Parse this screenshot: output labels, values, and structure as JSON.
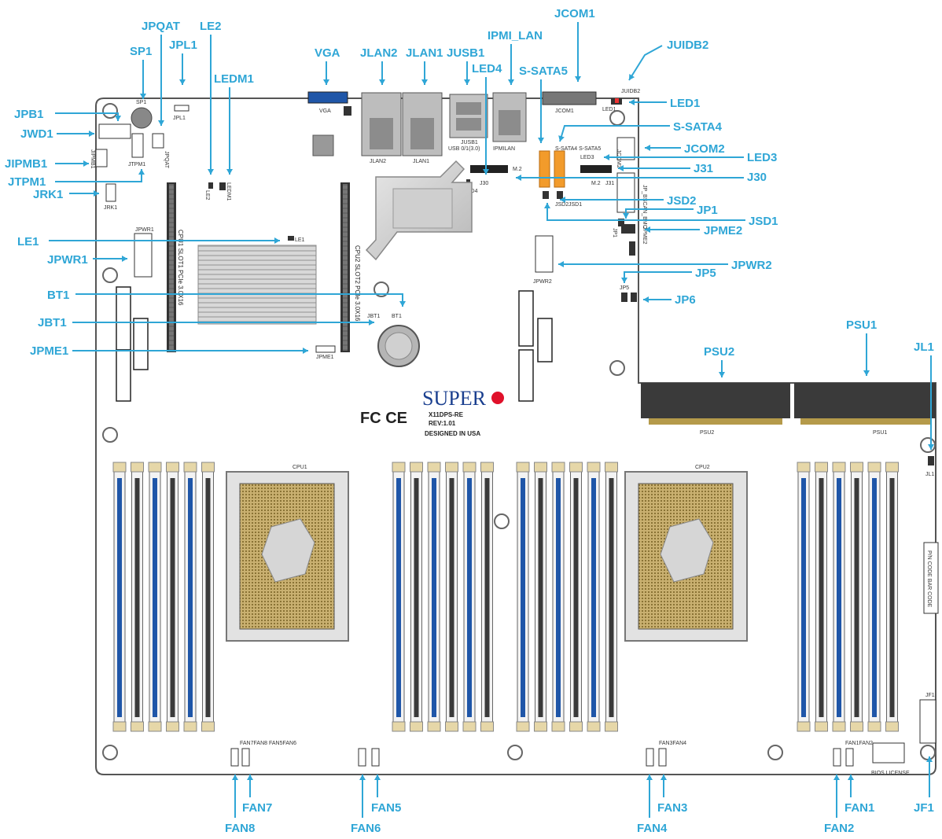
{
  "brand": {
    "logo_text": "SUPER",
    "model": "X11DPS-RE",
    "revision": "REV:1.01",
    "designed_in": "DESIGNED IN USA",
    "cert_marks": "FC CE"
  },
  "colors": {
    "callout": "#2fa6d6",
    "board_outline": "#555555",
    "dimm_blue": "#1f56a8",
    "dimm_black": "#3a3a3a",
    "cpu_gold": "#b59a4a",
    "sata_orange": "#f29b2b",
    "logo_red": "#e0102a",
    "logo_blue": "#1a3f8f"
  },
  "callouts": [
    {
      "id": "JPQAT",
      "label": "JPQAT"
    },
    {
      "id": "LE2",
      "label": "LE2"
    },
    {
      "id": "SP1",
      "label": "SP1"
    },
    {
      "id": "JPL1",
      "label": "JPL1"
    },
    {
      "id": "LEDM1",
      "label": "LEDM1"
    },
    {
      "id": "VGA",
      "label": "VGA"
    },
    {
      "id": "JLAN2",
      "label": "JLAN2"
    },
    {
      "id": "JLAN1",
      "label": "JLAN1"
    },
    {
      "id": "JUSB1",
      "label": "JUSB1"
    },
    {
      "id": "IPMI_LAN",
      "label": "IPMI_LAN"
    },
    {
      "id": "JCOM1",
      "label": "JCOM1"
    },
    {
      "id": "JUIDB2",
      "label": "JUIDB2"
    },
    {
      "id": "LED4",
      "label": "LED4"
    },
    {
      "id": "S-SATA5",
      "label": "S-SATA5"
    },
    {
      "id": "JPB1",
      "label": "JPB1"
    },
    {
      "id": "JWD1",
      "label": "JWD1"
    },
    {
      "id": "JIPMB1",
      "label": "JIPMB1"
    },
    {
      "id": "JTPM1",
      "label": "JTPM1"
    },
    {
      "id": "JRK1",
      "label": "JRK1"
    },
    {
      "id": "LED1",
      "label": "LED1"
    },
    {
      "id": "S-SATA4",
      "label": "S-SATA4"
    },
    {
      "id": "JCOM2",
      "label": "JCOM2"
    },
    {
      "id": "LED3",
      "label": "LED3"
    },
    {
      "id": "J31",
      "label": "J31"
    },
    {
      "id": "J30",
      "label": "J30"
    },
    {
      "id": "JSD2",
      "label": "JSD2"
    },
    {
      "id": "JP1",
      "label": "JP1"
    },
    {
      "id": "JSD1",
      "label": "JSD1"
    },
    {
      "id": "JPME2",
      "label": "JPME2"
    },
    {
      "id": "LE1",
      "label": "LE1"
    },
    {
      "id": "JPWR1",
      "label": "JPWR1"
    },
    {
      "id": "JPWR2",
      "label": "JPWR2"
    },
    {
      "id": "JP5",
      "label": "JP5"
    },
    {
      "id": "BT1",
      "label": "BT1"
    },
    {
      "id": "JP6",
      "label": "JP6"
    },
    {
      "id": "JBT1",
      "label": "JBT1"
    },
    {
      "id": "PSU1",
      "label": "PSU1"
    },
    {
      "id": "PSU2",
      "label": "PSU2"
    },
    {
      "id": "JL1",
      "label": "JL1"
    },
    {
      "id": "JPME1",
      "label": "JPME1"
    },
    {
      "id": "FAN8",
      "label": "FAN8"
    },
    {
      "id": "FAN7",
      "label": "FAN7"
    },
    {
      "id": "FAN6",
      "label": "FAN6"
    },
    {
      "id": "FAN5",
      "label": "FAN5"
    },
    {
      "id": "FAN4",
      "label": "FAN4"
    },
    {
      "id": "FAN3",
      "label": "FAN3"
    },
    {
      "id": "FAN2",
      "label": "FAN2"
    },
    {
      "id": "FAN1",
      "label": "FAN1"
    },
    {
      "id": "JF1",
      "label": "JF1"
    }
  ],
  "silkscreen": {
    "sp1": "SP1",
    "jpl1": "JPL1",
    "jiipmb": "JIPMB1",
    "jtpm1": "JTPM1",
    "jpqat": "JPQAT",
    "le2": "LE2",
    "ledm1": "LEDM1",
    "jrk1": "JRK1",
    "vga": "VGA",
    "jlan2": "JLAN2",
    "jlan1": "JLAN1",
    "jusb1": "JUSB1",
    "usb": "USB 0/1(3.0)",
    "ipmilan": "IPMILAN",
    "jcom1": "JCOM1",
    "juidb2": "JUIDB2",
    "led1": "LED1",
    "ssata": "S-SATA4 S-SATA5",
    "led3": "LED3",
    "jcom2": "JCOM2",
    "m2a": "M.2",
    "m2b": "M.2",
    "j31": "J31",
    "j30": "J30",
    "led4": "LED4",
    "jsd2": "JSD2",
    "jsd1": "JSD1",
    "jpbmc": "JP_BSCAN_BMC",
    "jp1": "JP1",
    "jpme2": "JPME2",
    "jpwr1": "JPWR1",
    "le1": "LE1",
    "cpu1slot": "CPU1 SLOT1 PCIe 3.0X16",
    "cpu2slot": "CPU2 SLOT2 PCIe 3.0X16",
    "jpwr2": "JPWR2",
    "jp5": "JP5",
    "jbt1": "JBT1",
    "bt1": "BT1",
    "jpme1": "JPME1",
    "psu2": "PSU2",
    "psu1": "PSU1",
    "jl1": "JL1",
    "cpu1": "CPU1",
    "cpu2": "CPU2",
    "fans_left": "FAN7FAN8 FAN5FAN6",
    "fans_mid": "FAN3FAN4",
    "fans_right": "FAN1FAN2",
    "bios_license": "BIOS LICENSE",
    "jf1": "JF1",
    "pn_code": "P/N CODE BAR CODE"
  }
}
